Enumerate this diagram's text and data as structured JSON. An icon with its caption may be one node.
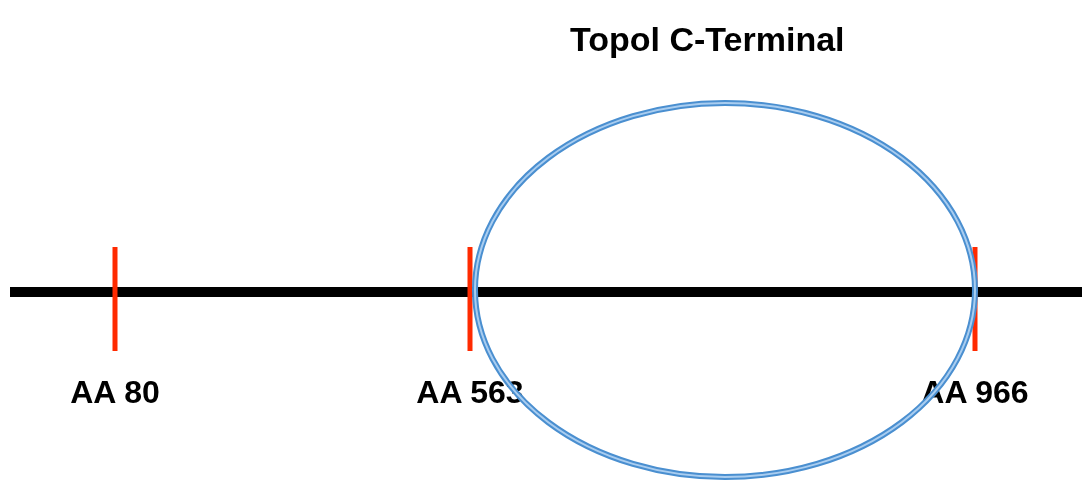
{
  "diagram": {
    "nodes": [
      {
        "text": [
          "Topol C-Terminal"
        ]
      }
    ],
    "labels": [
      "AA 80",
      "AA 563",
      "AA 966"
    ]
  }
}
